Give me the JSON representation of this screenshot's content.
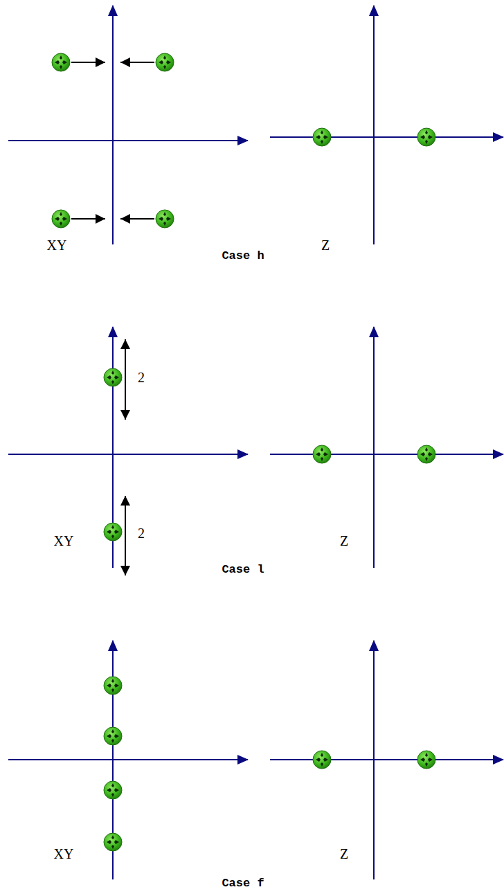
{
  "diagram": {
    "labels": [
      "XY",
      "Z",
      "Case h",
      "2",
      "2",
      "XY",
      "Z",
      "Case l",
      "XY",
      "Z",
      "Case f"
    ]
  }
}
